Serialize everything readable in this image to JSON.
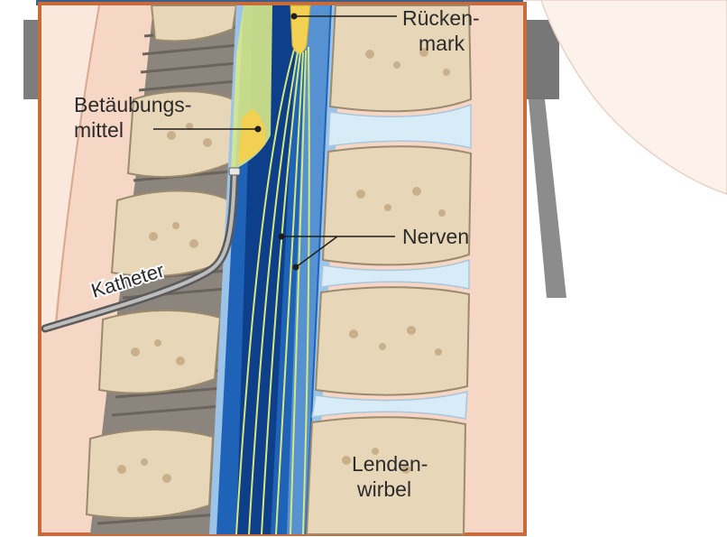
{
  "labels": {
    "spinal_cord": {
      "line1": "Rücken-",
      "line2": "mark"
    },
    "anesthetic": {
      "line1": "Betäubungs-",
      "line2": "mittel"
    },
    "nerves": "Nerven",
    "catheter": "Katheter",
    "lumbar_vertebra": {
      "line1": "Lenden-",
      "line2": "wirbel"
    }
  },
  "colors": {
    "frame": "#c86a3a",
    "skin": "#f6d6c4",
    "skin_light": "#fbe8dc",
    "bone": "#e7d7b8",
    "bone_texture": "#c9b08a",
    "disc": "#d8ecf8",
    "canal_dark": "#0d3f8a",
    "canal_mid": "#1f63b8",
    "canal_light": "#6ea6dc",
    "nerve": "#d8e878",
    "anesthetic": "#f2d052",
    "catheter": "#7a7a7a",
    "ligament": "#8b857d",
    "table": "#7d7d7d"
  }
}
